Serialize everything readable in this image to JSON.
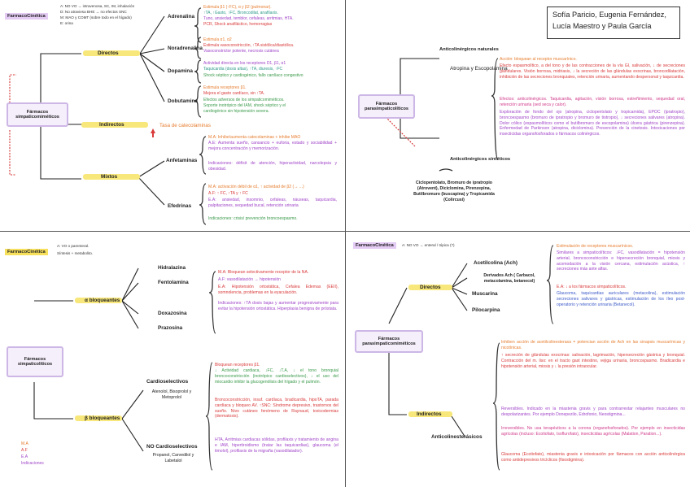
{
  "authors": "Sofía Paricio, Eugenia Fernández, Lucía Maestro y Paula García",
  "q1": {
    "header": "FarmacoCinética",
    "header_notes": [
      "A: NO VO → intravenosa, SC, IM, inhalación",
      "D: No atraviesa BHE → no efectos SNC",
      "M: MAO y COMT (sobre todo en el hígado)",
      "E: orina"
    ],
    "root": "Fármacos simpaticomiméticos",
    "directos": "Directos",
    "indirectos": "Indirectos",
    "mixtos": "Mixtos",
    "tasa": "Tasa de catecolaminas",
    "drugs": {
      "adrenalina": "Adrenalina",
      "noradrenalina": "Noradrenalina",
      "dopamina": "Dopamina",
      "dobutamina": "Dobutamina",
      "anfetaminas": "Anfetaminas",
      "efedrinas": "Efedrinas"
    },
    "adrenalina_text": [
      "Estimula β1 (↑FC), α y β2 (pulmonar).",
      "↑TA, ↑Gasto, ↑FC, Broncodilat, anafilaxis.",
      "Tuno, ansiedad, temblor, cefaleas, arritmias, HTA.",
      "PCR, Shock anafiláctico, hemorragias"
    ],
    "noradrenalina_text": [
      "Estimula α1, α2",
      "Estimula vasoconstricción, ↑TA sistólica/diastólica.",
      "Vasoconstrictor potente, necrosis cutánea"
    ],
    "dopamina_text": [
      "Actividad directa en los receptores D1, β1, α1",
      "Taquicardia (dosis altas), ↑TA, diuresis, ↑FC",
      "Shock séptico y cardiogénico, fallo cardíaco congestivo"
    ],
    "dobutamina_text": [
      "Estimula receptores β1.",
      "Mejora el gasto cardíaco, sin ↑TA.",
      "Efectos adversos de los simpaticomiméticos.",
      "Soporte inotrópico del IAM, shock séptico y el",
      "cardiogénico sin hipotensión severa."
    ],
    "anfetaminas_text": {
      "ma": "M.A: Inhibe/aumenta catecolaminas + inhibe MAO",
      "ea": "A.E: Aumenta sueño, cansancio + euforia, estado y sociabilidad + mejora concentración y memorización.",
      "ind": "Indicaciones: déficit de atención, hiperactividad, narcolepsia y obesidad."
    },
    "efedrinas_text": {
      "ma": "M.A: activación débil de α1, ↑ actividad de β2 (→ ...)",
      "af": "A.F: ↑ FC, ↑TA y ↑ FC",
      "ea": "E.A: ansiedad, insomnio, cefaleas, náuseas, taquicardia, palpitaciones, sequedad bucal, retención urinaria",
      "ind": "Indicaciones: crisis/ prevención broncoespasmo."
    }
  },
  "q2": {
    "root": "Fármacos parasimpaticolíticos",
    "atropina_head": "Anticolinérgicos naturales",
    "atropina": "Atropina y Escopolamina",
    "sinteticos_head": "Anticolinérgicos sintéticos",
    "sinteticos": "Ciclopentolato, Bromuro de ipratropio (Atrovent), Diciclomina, Pirenzepina, Butilbromuro (buscapina) y Tropicamida (Colircusi)",
    "texts": [
      {
        "c": "orange",
        "t": "Acción: bloquean al receptor muscarínico."
      },
      {
        "c": "red",
        "t": "Efecto espasmolítico, a del tono y de las contracciones de la vía GI, salivación, ↓ de secreciones glandulares. Visión borrosa, midriasis, ↓ la secreción de las glándulas exocrinas, broncodilatación, inhibición de las secreciones bronquiales, retención urinaria, aumentando despersonal y taquicardia."
      },
      {
        "c": "pink",
        "t": "Efectos: anticolinérgicos. Taquicardia, agitación, visión borrosa, estreñimiento, sequedad oral, retención urinaria (sed seca y calor)."
      },
      {
        "c": "purple",
        "t": "Exploración de fondo del ojo (atropina, ciclopentolato y tropicamida), EPOC (ipratropio), broncoespasmo (bromuro de ipratropio y bromuro de tiotropio), ↓ secreciones salivares (atropina). Dolor cólico (espasmolíticos como el butilbromuro de escopolamina) úlcera gástrica (pirenzepina). Enfermedad de Parkinson (atropina, diciclomina). Prevención de la cinetosis. Intoxicaciones por insecticidas organofosforados o fármacos colinérgicos."
      }
    ]
  },
  "q3": {
    "header": "FarmacoCinética",
    "header_notes": [
      "A: VO o parenteral.",
      "Síntesis + metabolito."
    ],
    "root": "Fármacos simpaticolíticos",
    "alfa": "α bloqueantes",
    "beta": "β bloqueantes",
    "alfa_drugs": [
      "Hidralazina",
      "Fentolamina",
      "Doxazosina",
      "Prazosina"
    ],
    "cardiosel": "Cardioselectivos",
    "cardiosel_sub": "Atenolol, Bisoprolol y Metoprolol",
    "nocardio": "NO Cardioselectivos",
    "nocardio_sub": "Propanol, Carvedilol y Labetalol",
    "legend": [
      "M.A",
      "A.F",
      "E.A",
      "Indicaciones"
    ],
    "alfa_text": {
      "ma": "M.A: Bloquean selectivamente receptor de la NA.",
      "af": "A.F: vasodilatación → hipotensión",
      "ea": "E.A: Hipotensión ortostática, Cefalea Edemas (EEII), somnolencia, problemas en la eyaculación.",
      "ind": "Indicaciones: ↑TA dosis bajas y aumentar progresivamente para evitar la hipotensión ortostática. Hiperplasia benigna de próstata."
    },
    "beta_text": [
      {
        "c": "red",
        "t": "Bloquean receptores β1."
      },
      {
        "c": "green",
        "t": "↓ Actividad cardiaca, ↓FC, ↓T.A, ↓ el tono bronquial broncoconstricción (inotrópico cardioselectivos), ↓ el uso del miocardio inhibir la glucogenólisis del hígado y el pulmón."
      },
      {
        "c": "red",
        "t": "Broncoconstricción, insuf. cardíaca, bradicardia, hipoTA, parada cardíaca y bloqueo AV. ↑SNC: Síndrome depresivo, trastornos del sueño. Nivo cutáneo fenómeno de Raynaud, toxicodermias (dermatosis)."
      },
      {
        "c": "purple",
        "t": "HTA, Arritmias cardiacas sólidas, profilaxis y tratamiento de angina e IAM, hipertiroidismo (tratar las taquicardias), glaucoma (el timolol), profilaxis de la migraña (vasodilatador)."
      }
    ]
  },
  "q4": {
    "header": "FarmacoCinética",
    "header_note": "A: NO VO → enteral / tópica (?)",
    "root": "Fármacos parasimpaticomiméticos",
    "directos": "Directos",
    "indirectos": "Indirectos",
    "drugs": [
      "Acetilcolina (Ach)",
      "Derivados Ach ( Carbacol, metacolamina, betanecol)",
      "Muscarina",
      "Pilocarpina"
    ],
    "anticol": "Anticolinesterásicos",
    "direct_text": [
      {
        "c": "orange",
        "t": "Estimulación de receptores muscarínicos."
      },
      {
        "c": "purple",
        "t": "Similares a simpaticolíticos: ↓FC, vasodilatación = hipotensión arterial, broncoconstricción e hipersecreción bronquial, miosis y acomodación a la visión cercana, estimulación acústica, ↑ secreciones más ante alfas."
      },
      {
        "c": "red",
        "t": "E.A: ↓ a los fármacos simpaticolíticos."
      },
      {
        "c": "blue",
        "t": "Glaucoma, taquicardias auriculares (metacolina), estimulación secreciones salivares y gástricas, estimulación de los íleo post-operatorio y retención urinaria (Betanecol)."
      }
    ],
    "indirect_text": [
      {
        "c": "orange",
        "t": "Inhiben acción de acetilcolinesterasa = potencian acción de Ach en las sinapsis muscarínicas y nicotínicas."
      },
      {
        "c": "red",
        "t": "↑ secreción de glándulas exocrinas: salivación, lagrimación, hipersecreción gástrica y bronquial. Contracción del m. liso: en el tracto gast intestino, vejiga urinaria, broncospasmo. Bradicardia e hipotensión arterial, miosis y ↓ la presión intraocular."
      },
      {
        "c": "purple",
        "t": "Reversibles. Indicado en la miastenia gravis y para contrarrestar relajantes musculares no despolarizantes. Por ejemplo Donepezilo, Edrofonio, Neostigmina..."
      },
      {
        "c": "pink",
        "t": "Irreversibles. No usa terapéuticos a la corona (organofosforados). Por ejemplo en insecticidas agrícolas (incluso: Ecotiofato, Isoflurofato), insecticidas agrícolas (Malation, Paration...)."
      },
      {
        "c": "red",
        "t": "Glaucoma (Ecotiofato), miastenia gravis e intoxicación por fármacos con acción anticolinérgica como antidepresivos tricíclicos (fisostigmina)."
      }
    ]
  }
}
